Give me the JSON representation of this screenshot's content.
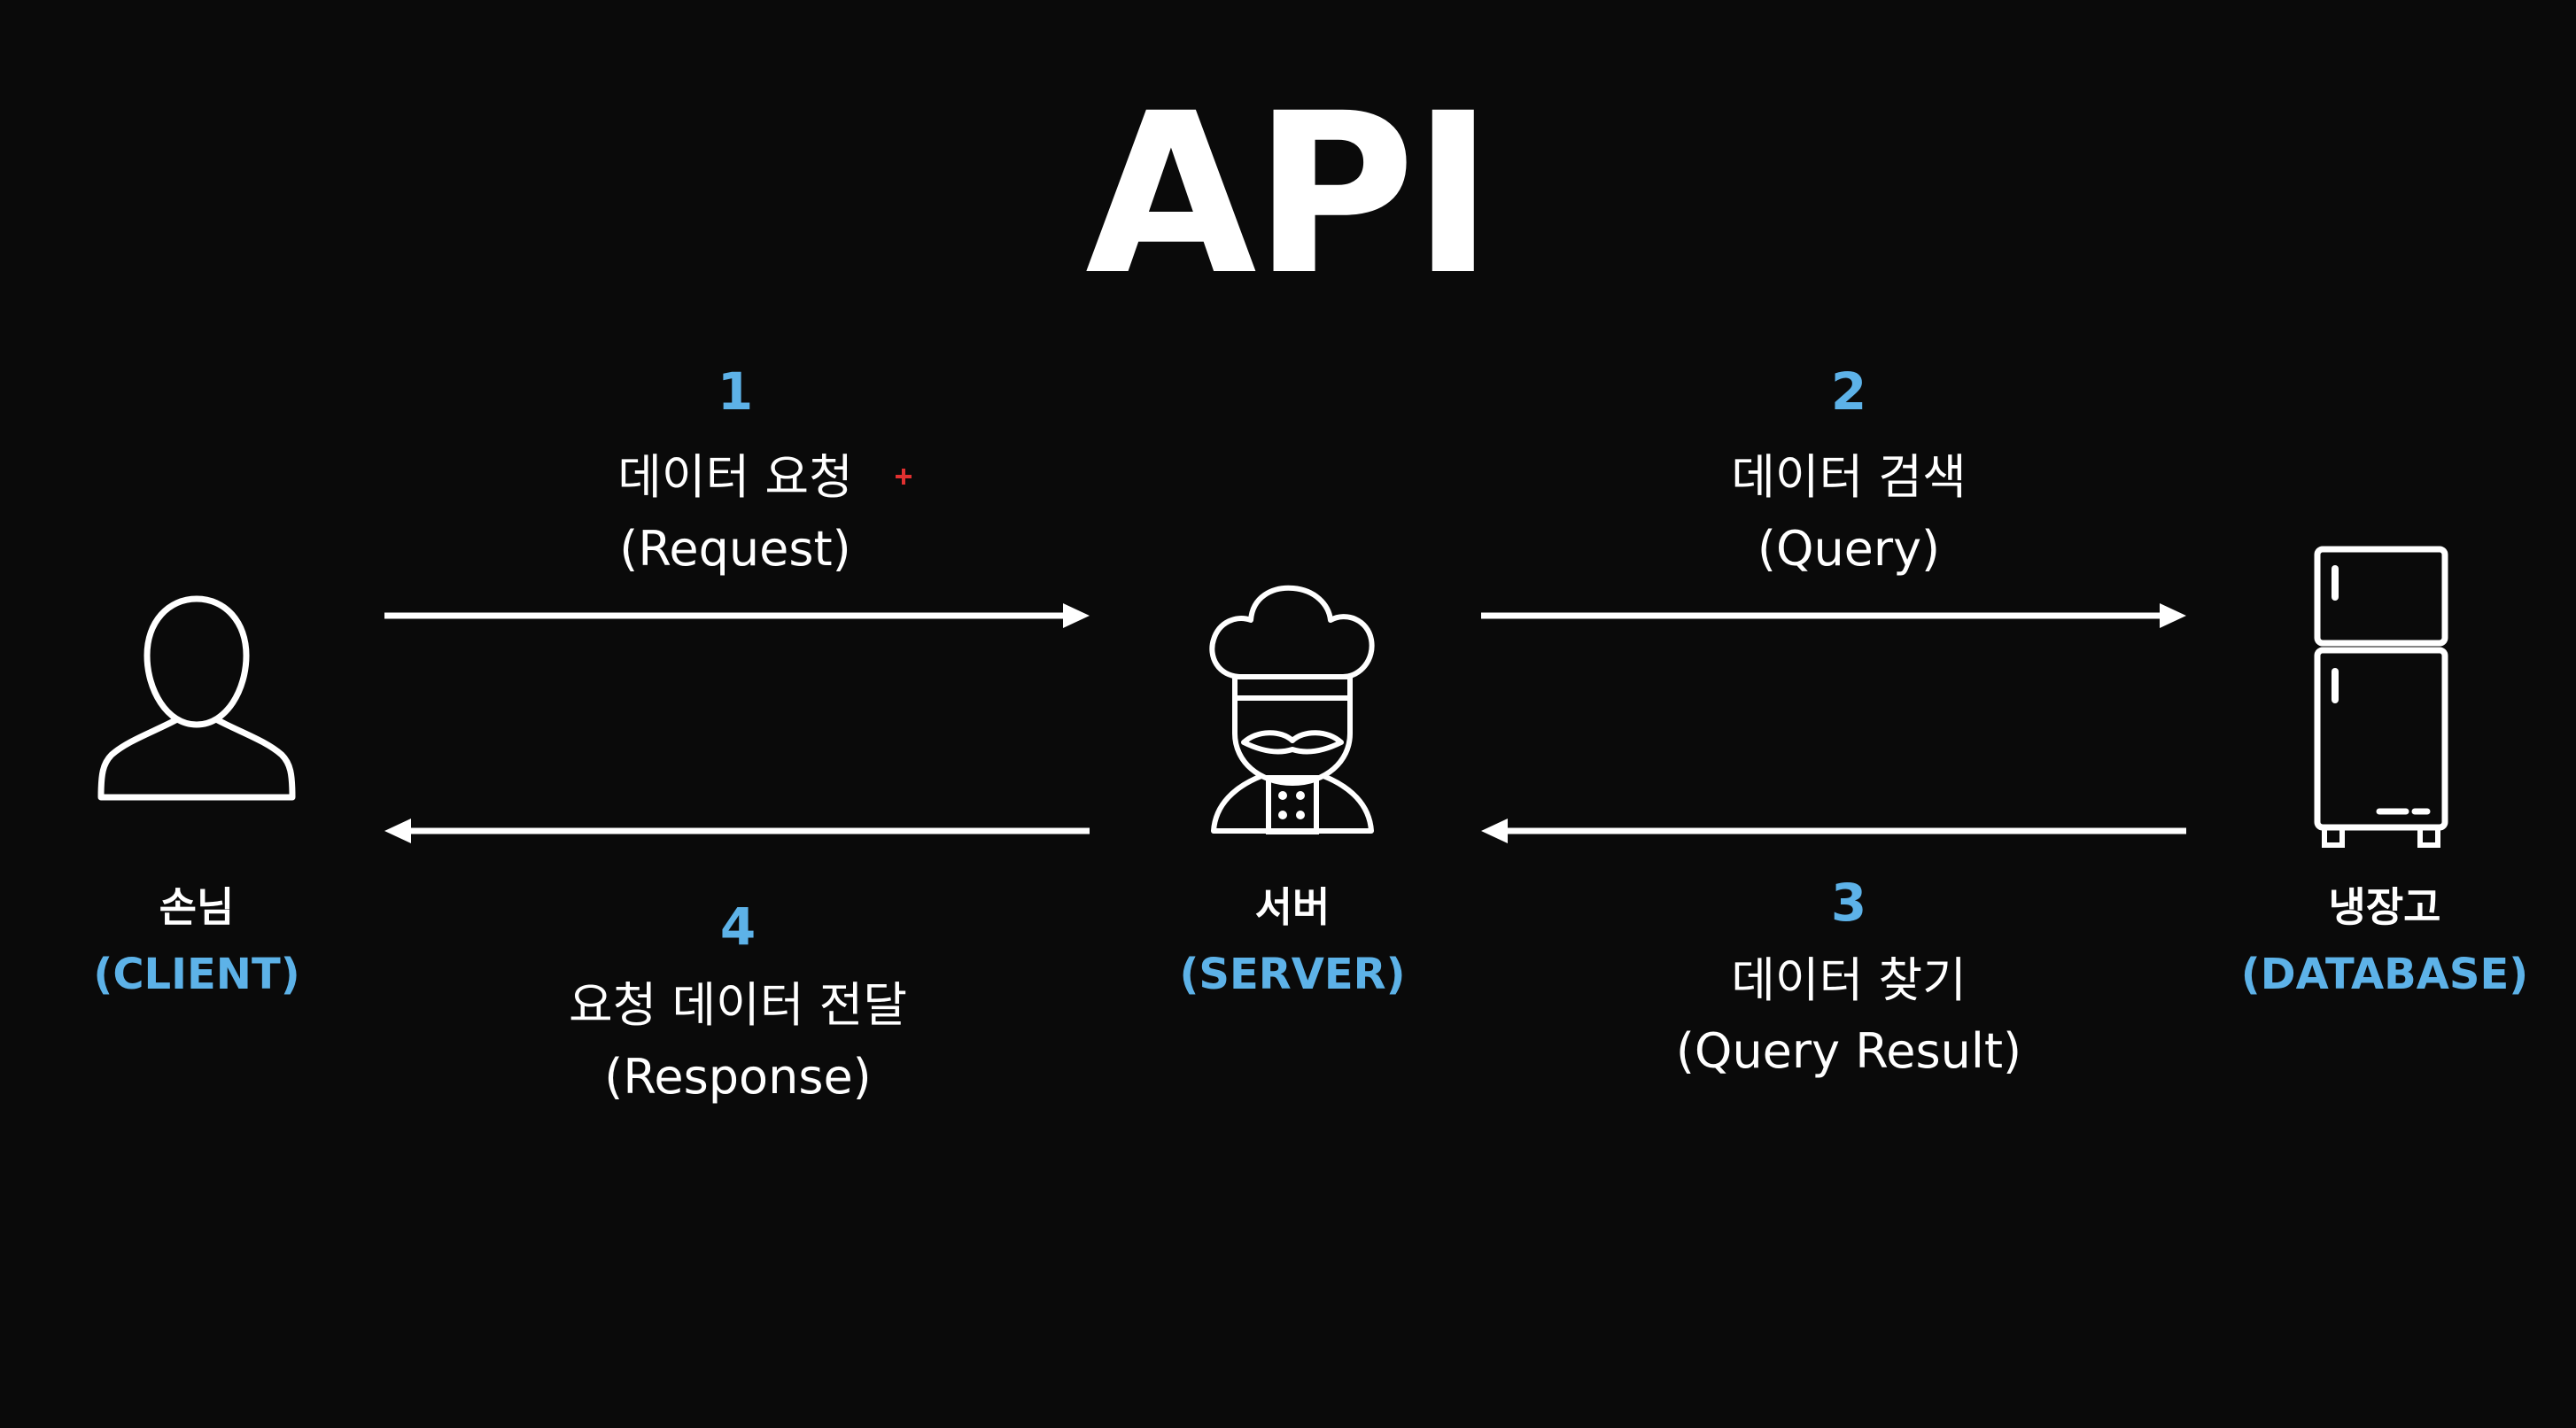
{
  "colors": {
    "background": "#0a0a0a",
    "text": "#ffffff",
    "accent": "#5db2e8",
    "mark": "#e03030"
  },
  "title": "API",
  "steps": [
    {
      "number": "1",
      "label": "데이터 요청",
      "english": "(Request)"
    },
    {
      "number": "2",
      "label": "데이터 검색",
      "english": "(Query)"
    },
    {
      "number": "3",
      "label": "데이터 찾기",
      "english": "(Query Result)"
    },
    {
      "number": "4",
      "label": "요청 데이터 전달",
      "english": "(Response)"
    }
  ],
  "nodes": {
    "client": {
      "name": "손님",
      "role": "(CLIENT)",
      "icon": "person-icon"
    },
    "server": {
      "name": "서버",
      "role": "(SERVER)",
      "icon": "chef-icon"
    },
    "database": {
      "name": "냉장고",
      "role": "(DATABASE)",
      "icon": "refrigerator-icon"
    }
  }
}
